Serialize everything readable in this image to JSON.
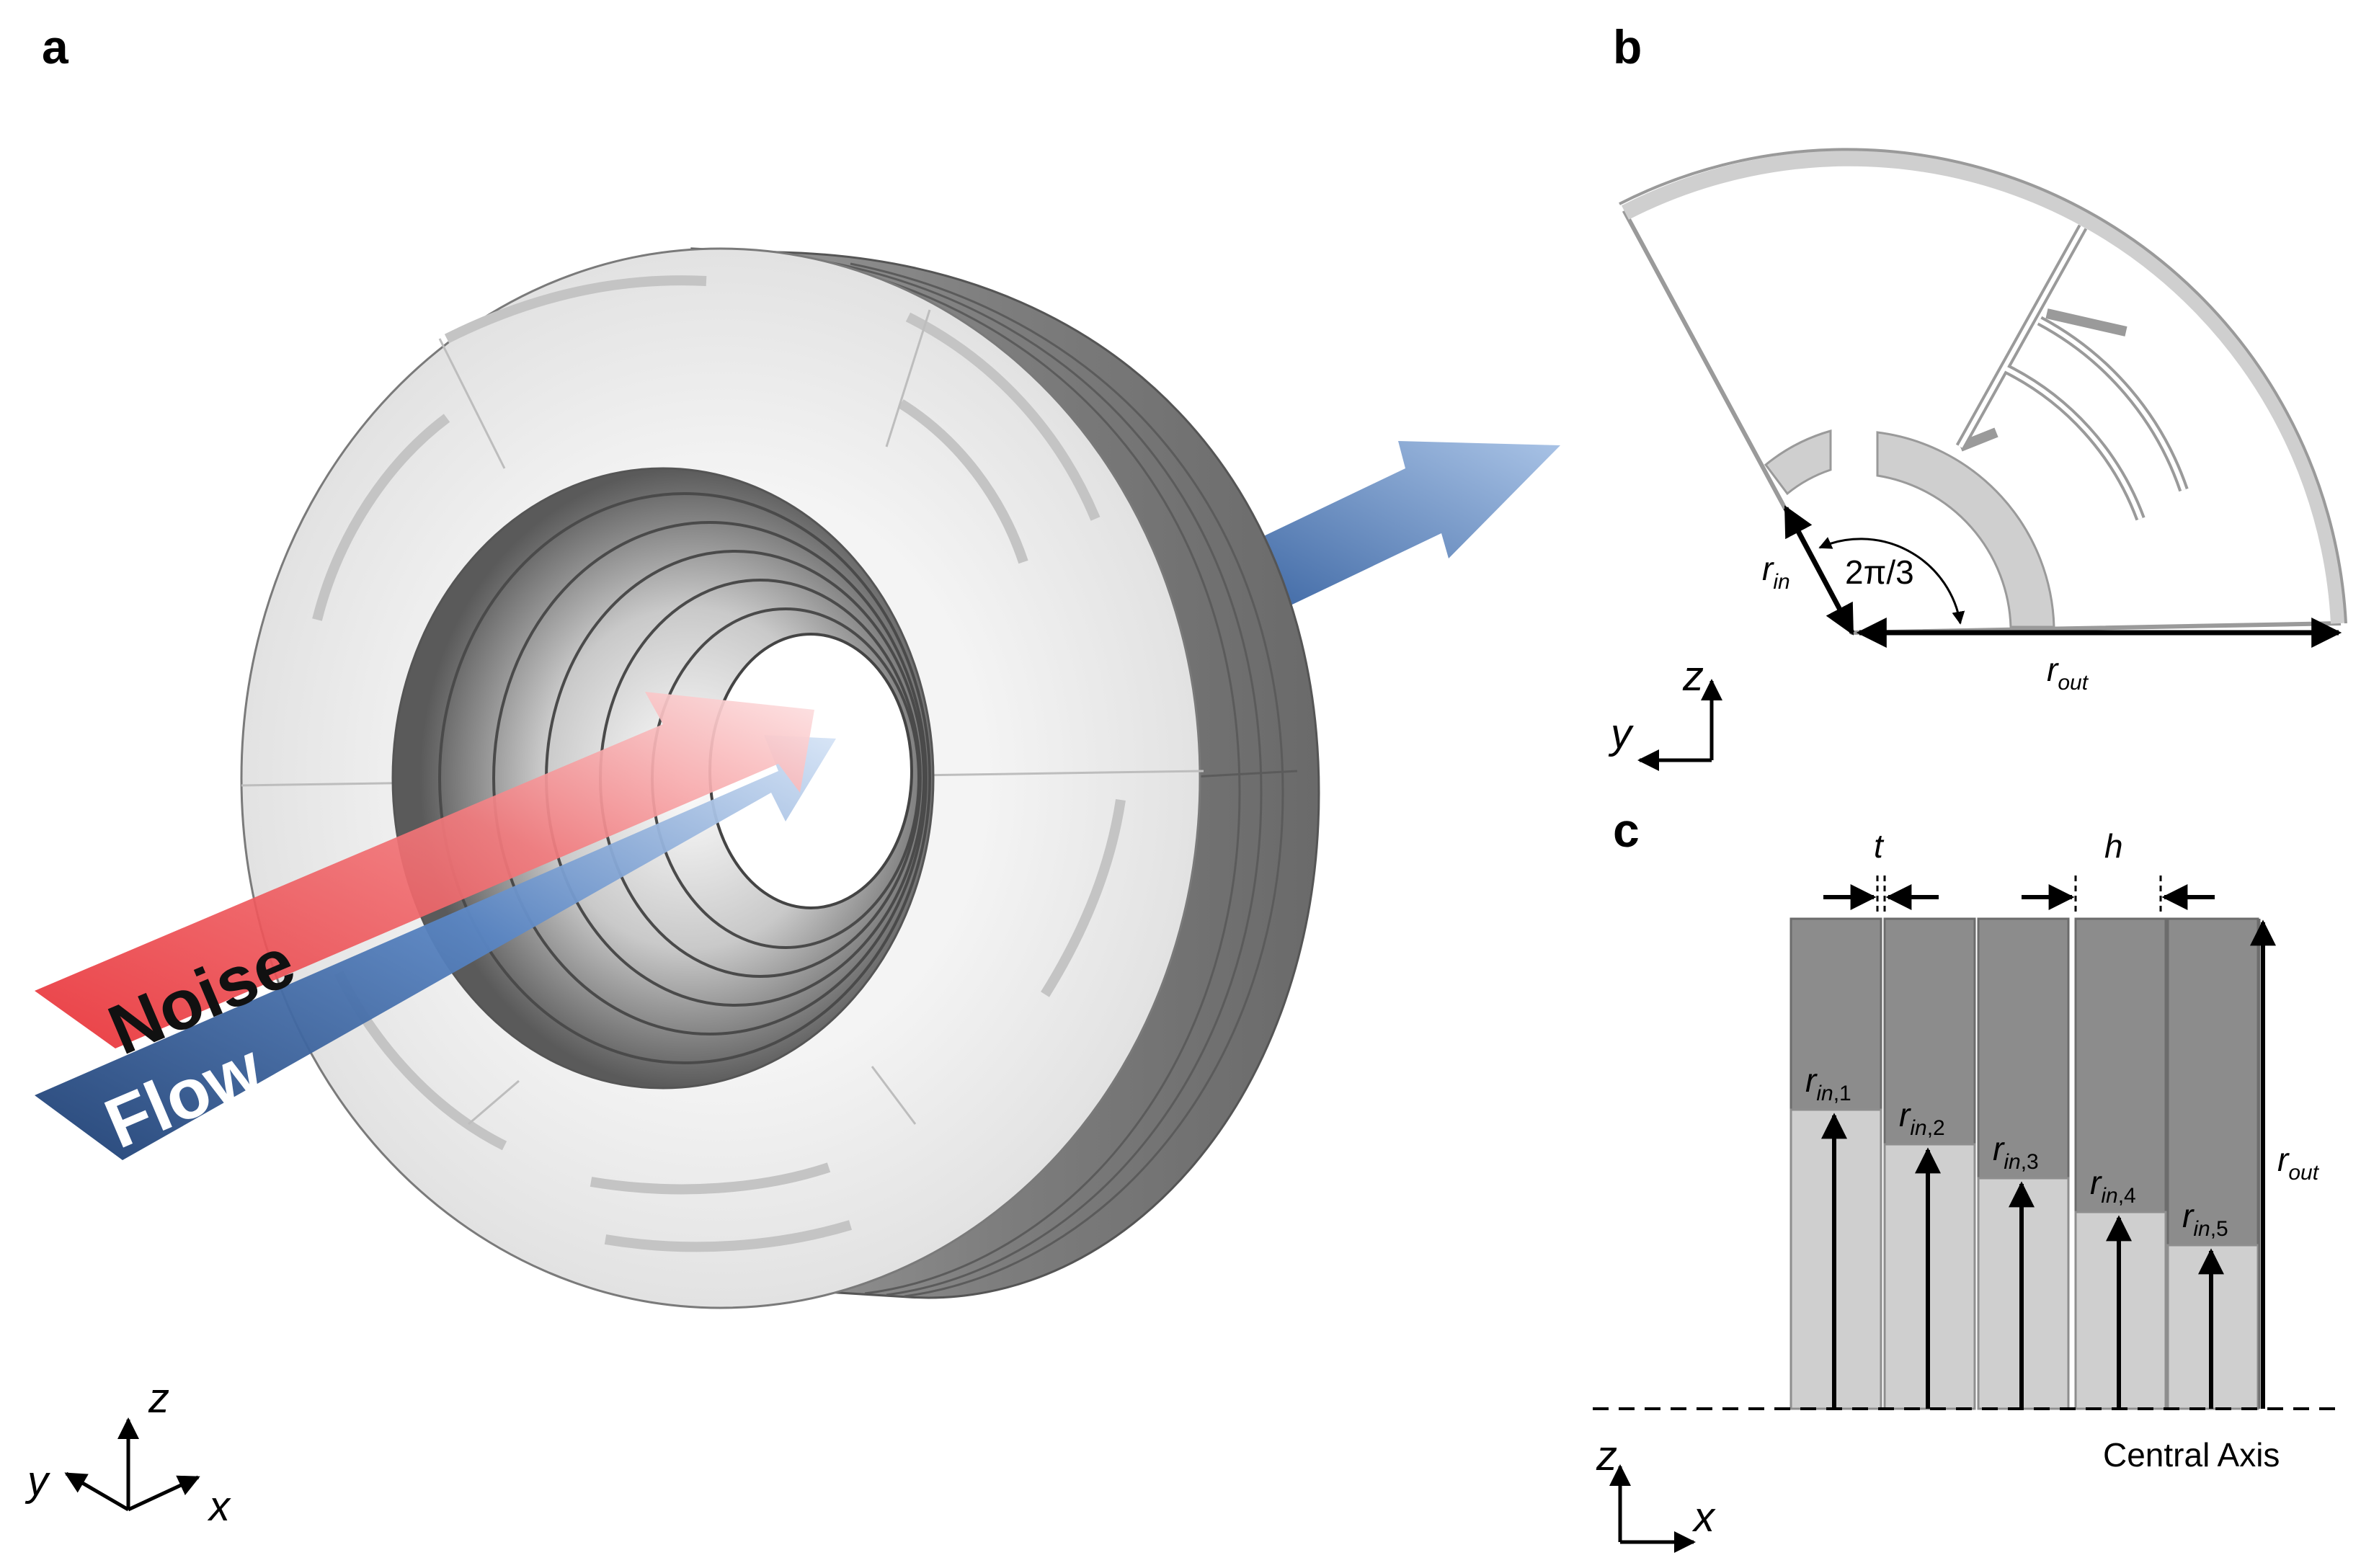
{
  "panels": {
    "a": "a",
    "b": "b",
    "c": "c"
  },
  "panel_a": {
    "noise_label": "Noise",
    "flow_label": "Flow",
    "axes": {
      "z": "z",
      "y": "y",
      "x": "x"
    }
  },
  "panel_b": {
    "r_in": {
      "base": "r",
      "sub": "in"
    },
    "angle": "2π/3",
    "r_out": {
      "base": "r",
      "sub": "out"
    },
    "axes": {
      "z": "z",
      "y": "y"
    }
  },
  "panel_c": {
    "t": "t",
    "h": "h",
    "r_in_labels": [
      {
        "base": "r",
        "sub": "in",
        "idx": ",1"
      },
      {
        "base": "r",
        "sub": "in",
        "idx": ",2"
      },
      {
        "base": "r",
        "sub": "in",
        "idx": ",3"
      },
      {
        "base": "r",
        "sub": "in",
        "idx": ",4"
      },
      {
        "base": "r",
        "sub": "in",
        "idx": ",5"
      }
    ],
    "r_out": {
      "base": "r",
      "sub": "out"
    },
    "central_axis": "Central Axis",
    "axes": {
      "z": "z",
      "x": "x"
    }
  },
  "colors": {
    "noise": "#e8343a",
    "flow": "#2f5b95",
    "dark_gray": "#8c8c8c",
    "light_gray": "#cfcfcf"
  }
}
